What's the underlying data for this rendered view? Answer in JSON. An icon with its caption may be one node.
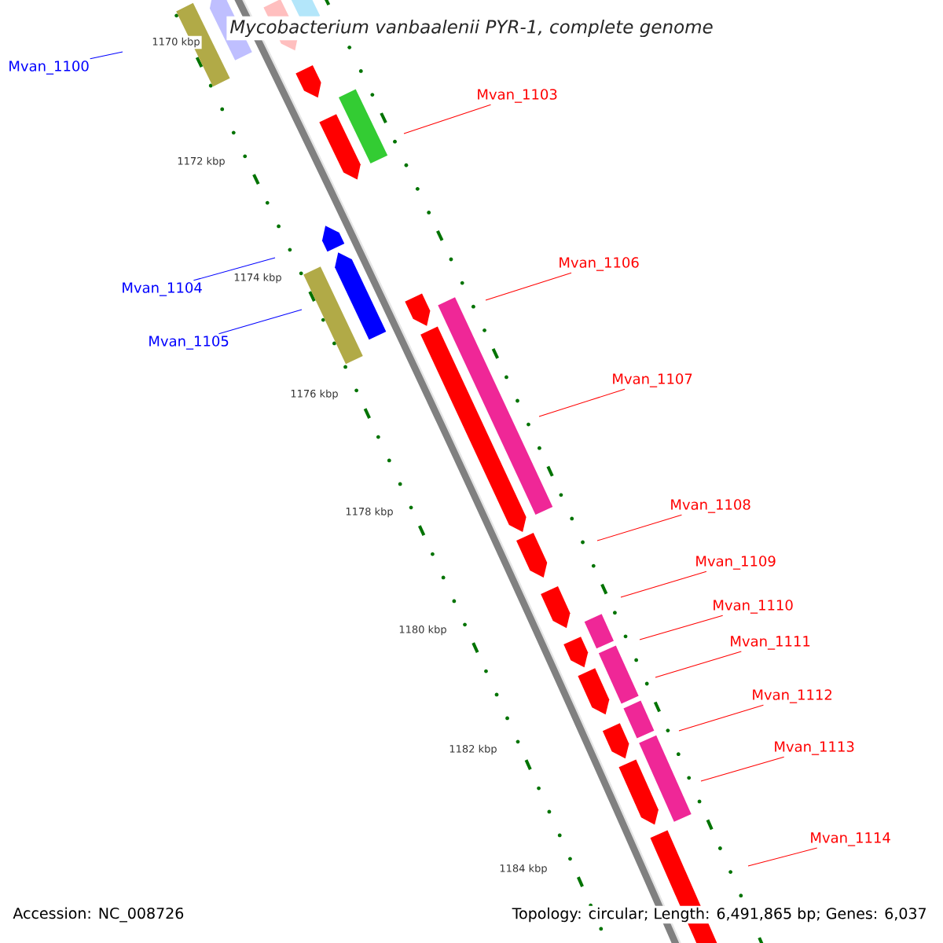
{
  "diagram": {
    "title": "Mycobacterium vanbaalenii PYR-1, complete genome",
    "nodes": [
      {
        "text": [
          "Mvan_1100"
        ]
      },
      {
        "text": [
          "Mvan_1103"
        ]
      },
      {
        "text": [
          "Mvan_1106"
        ]
      },
      {
        "text": [
          "Mvan_1104"
        ]
      },
      {
        "text": [
          "Mvan_1105"
        ]
      },
      {
        "text": [
          "Mvan_1107"
        ]
      },
      {
        "text": [
          "Mvan_1108"
        ]
      },
      {
        "text": [
          "Mvan_1109"
        ]
      },
      {
        "text": [
          "Mvan_1110"
        ]
      },
      {
        "text": [
          "Mvan_1111"
        ]
      },
      {
        "text": [
          "Mvan_1112"
        ]
      },
      {
        "text": [
          "Mvan_1113"
        ]
      },
      {
        "text": [
          "Mvan_1114"
        ]
      }
    ],
    "edges": [
      {
        "from": 0,
        "to": null,
        "arrow": "none",
        "color": "#0000ff"
      },
      {
        "from": 1,
        "to": null,
        "arrow": "none"
      },
      {
        "from": 2,
        "to": null,
        "arrow": "none"
      },
      {
        "from": 3,
        "to": null,
        "arrow": "none",
        "color": "#0000ff"
      },
      {
        "from": 4,
        "to": null,
        "arrow": "none",
        "color": "#0000ff"
      },
      {
        "from": 5,
        "to": null,
        "arrow": "none"
      },
      {
        "from": 6,
        "to": null,
        "arrow": "none"
      },
      {
        "from": 7,
        "to": null,
        "arrow": "none"
      },
      {
        "from": 8,
        "to": null,
        "arrow": "none"
      },
      {
        "from": 9,
        "to": null,
        "arrow": "none"
      },
      {
        "from": 10,
        "to": null,
        "arrow": "none"
      },
      {
        "from": 11,
        "to": null,
        "arrow": "none"
      },
      {
        "from": 12,
        "to": null,
        "arrow": "none"
      }
    ],
    "labels": [
      "1170 kbp",
      "1172 kbp",
      "1174 kbp",
      "1176 kbp",
      "1178 kbp",
      "1180 kbp",
      "1182 kbp",
      "1184 kbp",
      "Accession: NC_008726",
      "Topology: circular; Length: 6,491,865 bp; Genes: 6,037"
    ]
  }
}
